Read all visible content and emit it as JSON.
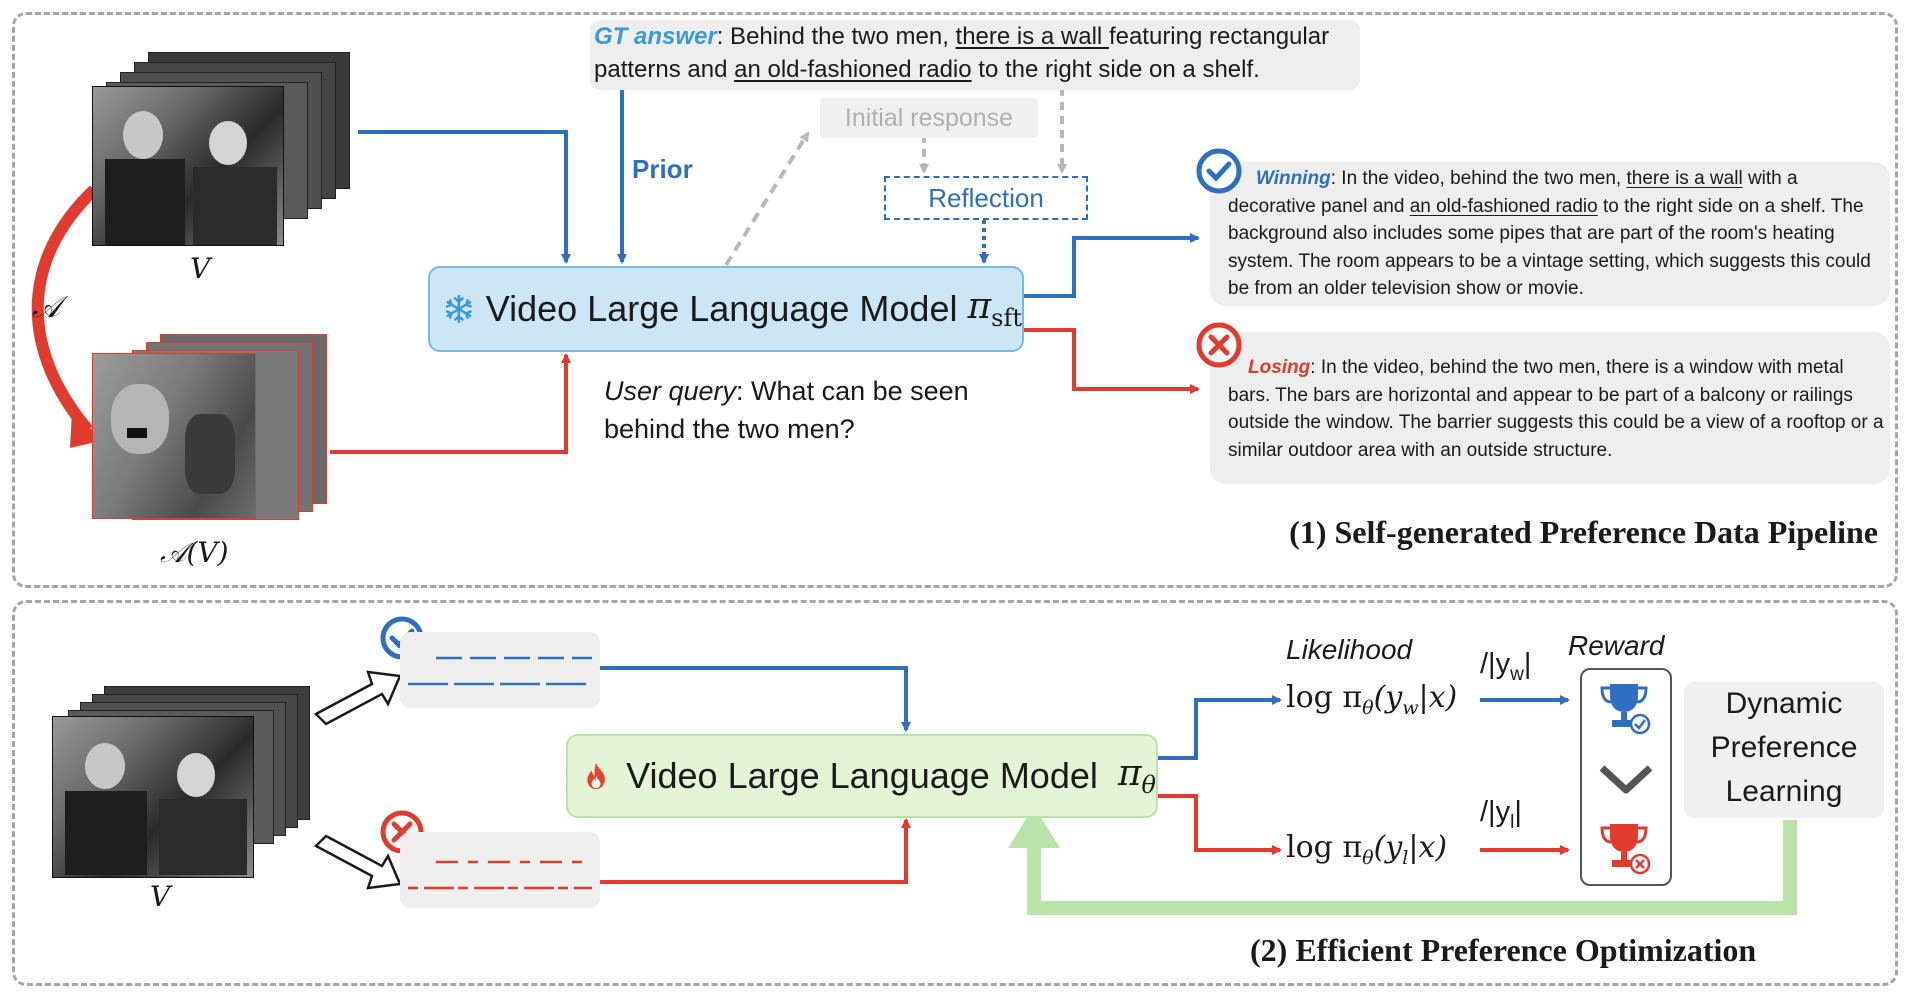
{
  "colors": {
    "blue": "#2e6fc2",
    "red": "#e23a2c",
    "green": "#b9e3a8",
    "gray_arrow": "#b8b8b8",
    "model_blue": "#cce6f5",
    "model_green": "#e3f4d7",
    "gt_blue": "#3a9ad9"
  },
  "top_panel": {
    "title": "(1) Self-generated Preference Data Pipeline",
    "video_label": "V",
    "aug_symbol": "𝒜",
    "aug_video_label": "𝒜(V)",
    "gt": {
      "tag": "GT answer",
      "t1": ": Behind the two men, ",
      "u1": "there is a wall ",
      "t2": "featuring rectangular patterns and ",
      "u2": "an old-fashioned radio",
      "t3": " to the right side on a shelf."
    },
    "prior_label": "Prior",
    "initial_response": "Initial response",
    "reflection": "Reflection",
    "model": {
      "name": "Video Large Language Model",
      "symbol": "π",
      "subscript": "sft",
      "icon": "snowflake-icon"
    },
    "user_query": {
      "tag": "User query",
      "text": ": What can be seen behind the two men?"
    },
    "winning": {
      "tag": "Winning",
      "t1": ": In the video, behind the two men, ",
      "u1": "there is a wall",
      "t2": " with a decorative panel and ",
      "u2": "an old-fashioned radio",
      "t3": " to the right side on a shelf. The background also includes some pipes that are part of the room's heating system.  The room appears to be a vintage setting, which suggests this could be from an older television show or movie."
    },
    "losing": {
      "tag": "Losing",
      "text": ": In the video, behind the two men, there is a window with metal bars.  The bars are horizontal and appear to be part of a balcony or railings outside the window.  The barrier suggests this could be a view of a rooftop or a similar outdoor area with an outside structure."
    }
  },
  "bottom_panel": {
    "title": "(2) Efficient Preference Optimization",
    "video_label": "V",
    "model": {
      "name": "Video Large Language Model",
      "symbol": "π",
      "subscript": "θ",
      "icon": "flame-icon"
    },
    "likelihood_label": "Likelihood",
    "reward_label": "Reward",
    "win_expr": {
      "pre": "log π",
      "sub": "θ",
      "mid": "(y",
      "ysub": "w",
      "post": "|x)"
    },
    "lose_expr": {
      "pre": "log π",
      "sub": "θ",
      "mid": "(y",
      "ysub": "l",
      "post": "|x)"
    },
    "win_norm": {
      "pre": "/|y",
      "sub": "w",
      "post": "|"
    },
    "lose_norm": {
      "pre": "/|y",
      "sub": "l",
      "post": "|"
    },
    "dpl": [
      "Dynamic",
      "Preference",
      "Learning"
    ]
  }
}
